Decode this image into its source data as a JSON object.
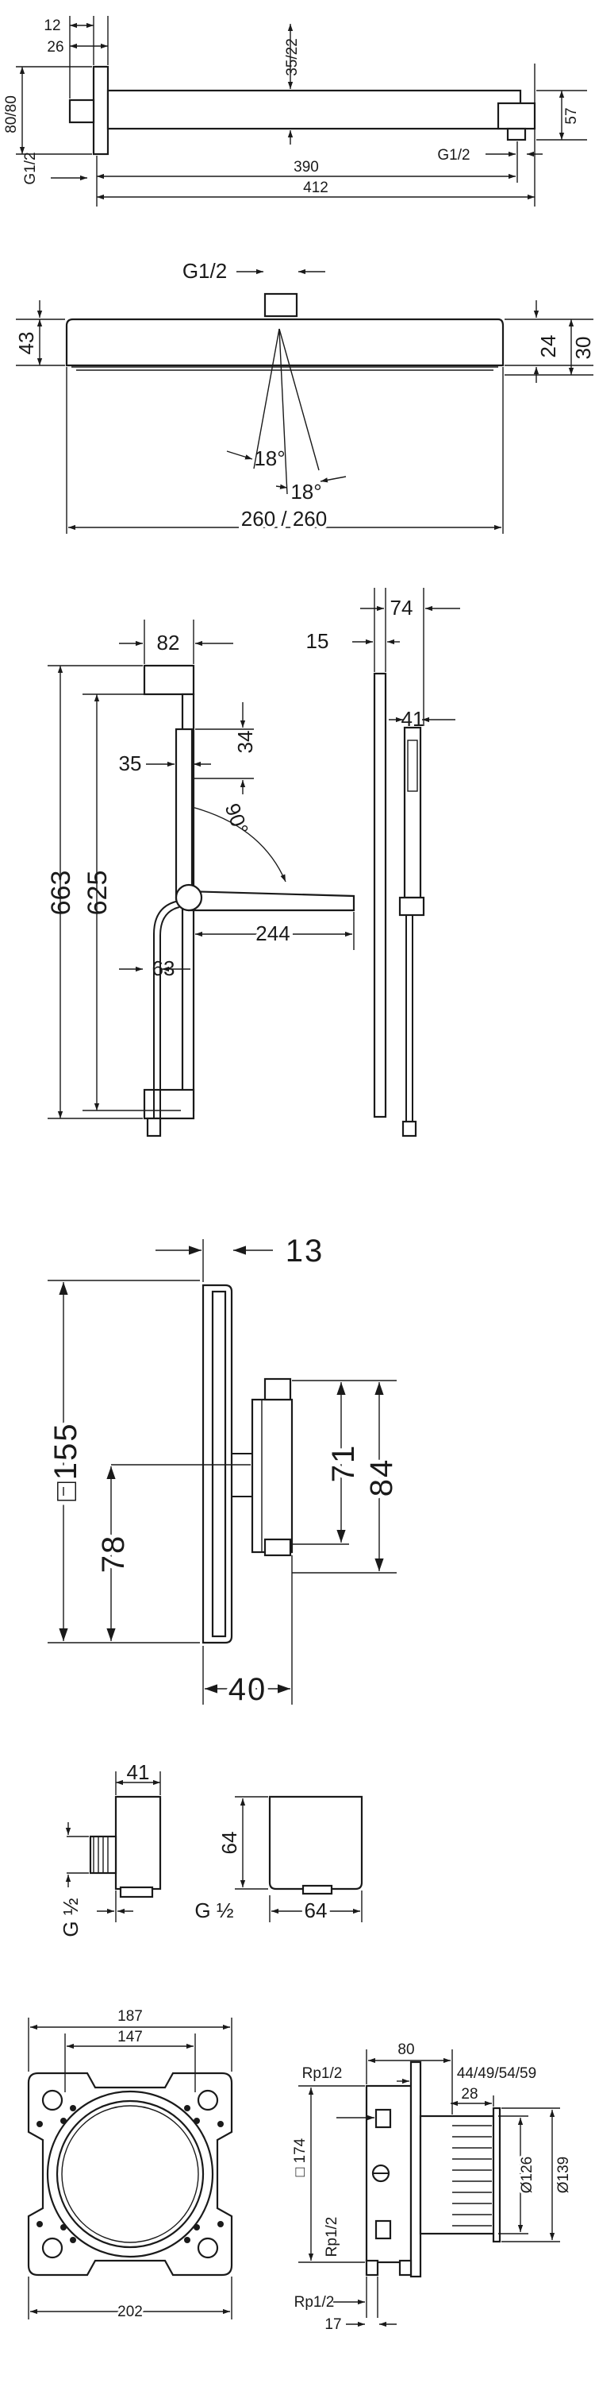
{
  "views": {
    "arm": {
      "d_12": "12",
      "d_26": "26",
      "d_35_22": "35/22",
      "d_80_80": "80/80",
      "d_g12_left": "G1/2",
      "d_57": "57",
      "d_g12_right": "G1/2",
      "d_390": "390",
      "d_412": "412"
    },
    "head": {
      "d_g12": "G1/2",
      "d_43": "43",
      "d_24": "24",
      "d_30": "30",
      "d_18a": "18°",
      "d_18b": "18°",
      "d_260": "260 / 260"
    },
    "rail": {
      "d_82": "82",
      "d_74": "74",
      "d_15": "15",
      "d_41": "41",
      "d_34": "34",
      "d_35": "35",
      "d_90": "90°",
      "d_663": "663",
      "d_625": "625",
      "d_244": "244",
      "d_63": "63"
    },
    "valve": {
      "d_13": "13",
      "d_155": "□155",
      "d_71": "71",
      "d_84": "84",
      "d_78": "78",
      "d_40": "40"
    },
    "outlet": {
      "d_41": "41",
      "d_64a": "64",
      "d_g12": "G ½",
      "d_g12b": "G ½",
      "d_64b": "64"
    },
    "box": {
      "d_187": "187",
      "d_147": "147",
      "d_202": "202",
      "d_80": "80",
      "d_44_59": "44/49/54/59",
      "d_rp12_top": "Rp1/2",
      "d_28": "28",
      "d_174": "□ 174",
      "d_rp12_mid": "Rp1/2",
      "d_rp12_bot": "Rp1/2",
      "d_17": "17",
      "d_126": "Ø126",
      "d_139": "Ø139"
    }
  }
}
